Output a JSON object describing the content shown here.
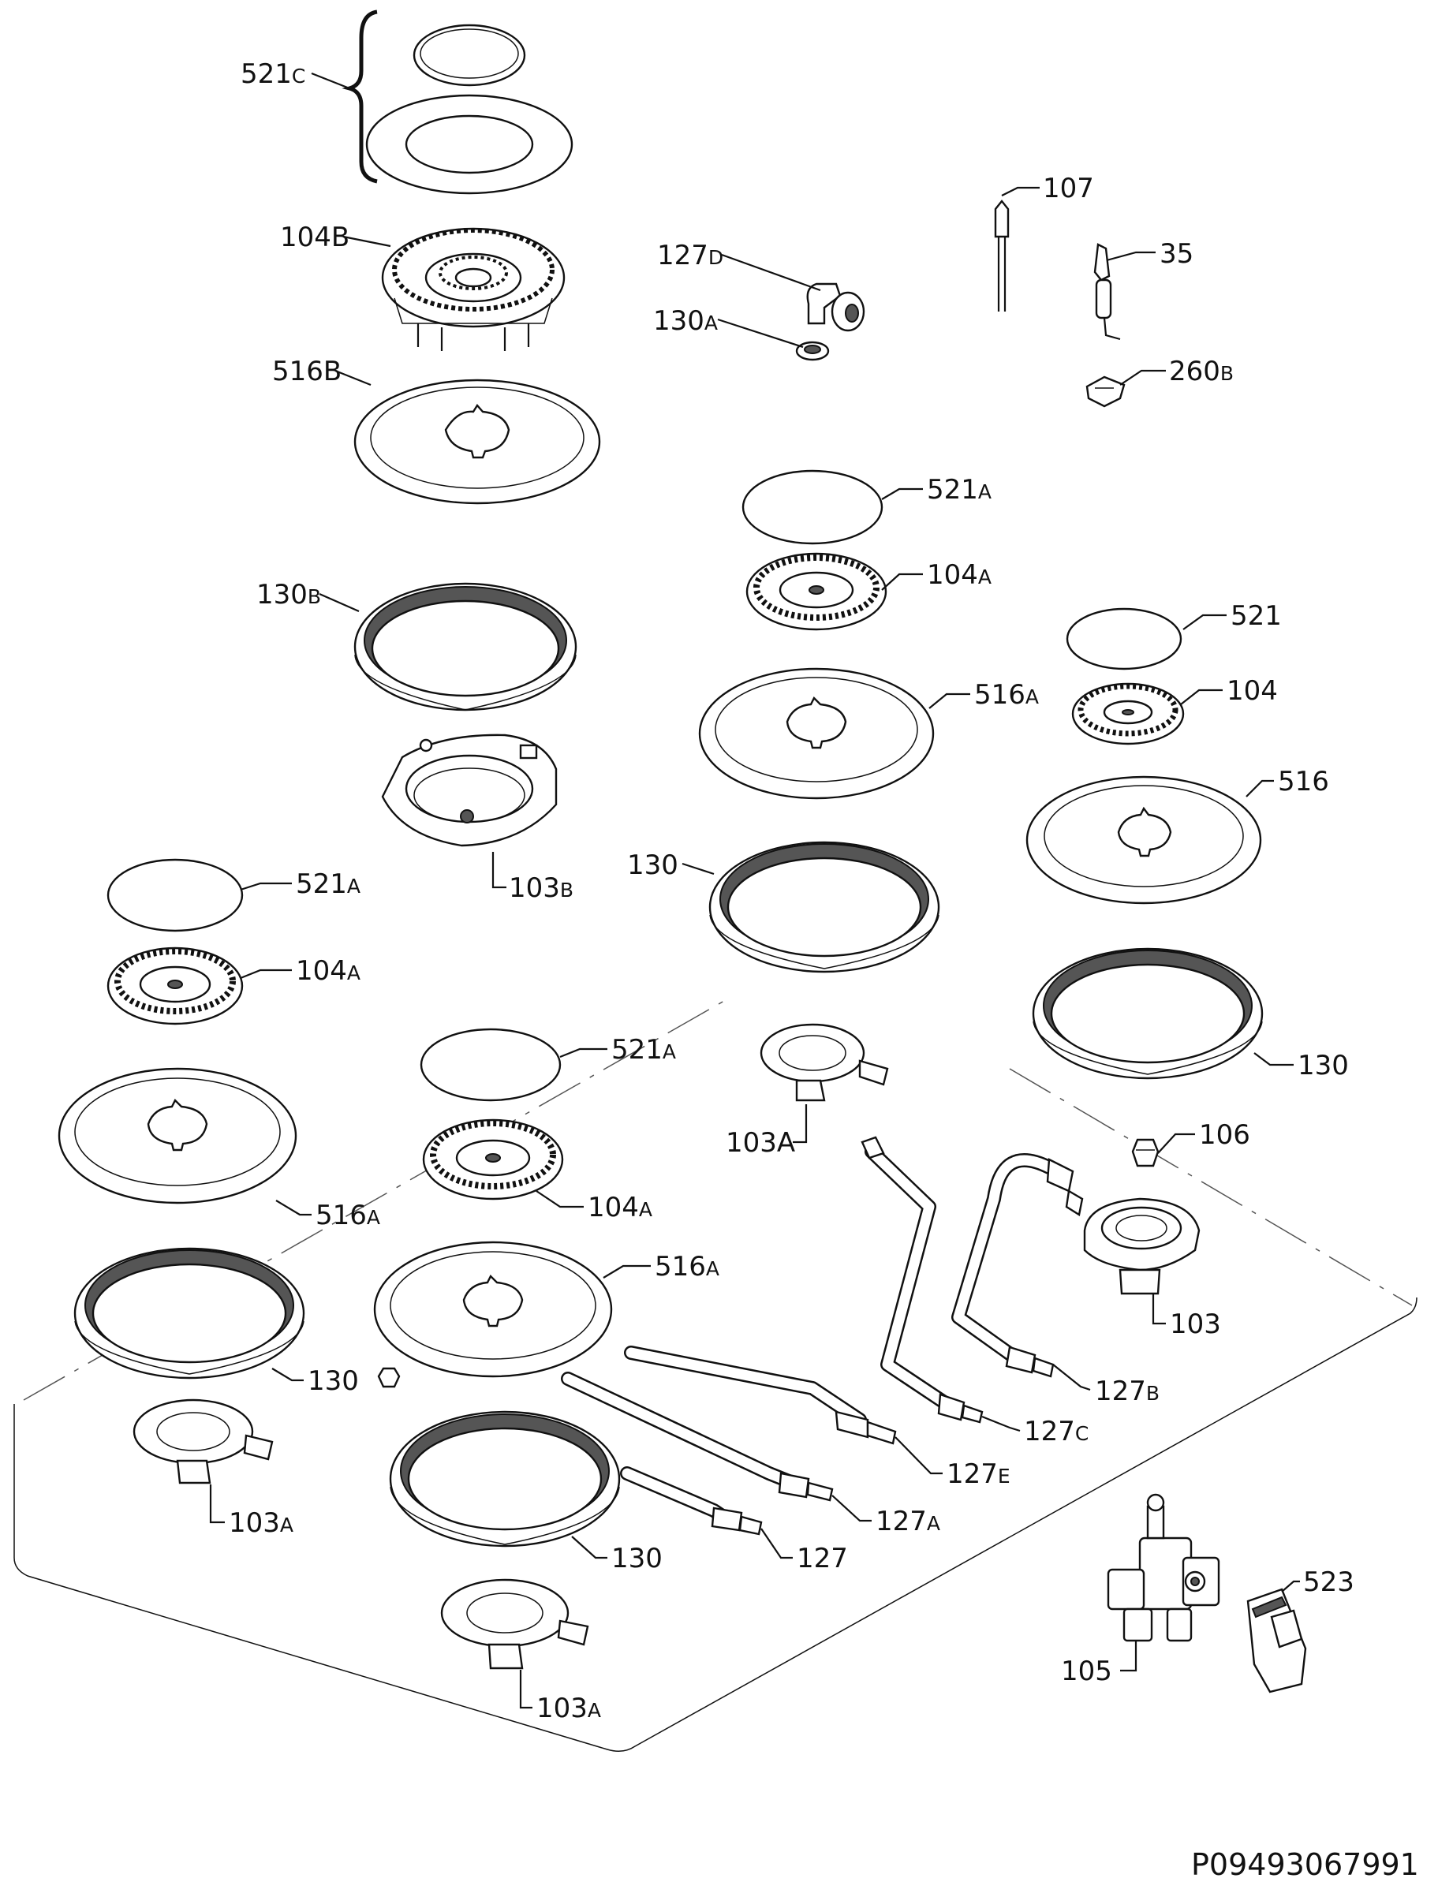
{
  "labels": {
    "l521c": {
      "main": "521",
      "sub": "C"
    },
    "l104b": {
      "main": "104B",
      "sub": ""
    },
    "l516b": {
      "main": "516B",
      "sub": ""
    },
    "l130b": {
      "main": "130",
      "sub": "B"
    },
    "l103b_top": {
      "main": "103",
      "sub": "B"
    },
    "l127d": {
      "main": "127",
      "sub": "D"
    },
    "l130a": {
      "main": "130",
      "sub": "A"
    },
    "l107": {
      "main": "107",
      "sub": ""
    },
    "l35": {
      "main": "35",
      "sub": ""
    },
    "l260b": {
      "main": "260",
      "sub": "B"
    },
    "l521a_mid": {
      "main": "521",
      "sub": "A"
    },
    "l104a_mid": {
      "main": "104",
      "sub": "A"
    },
    "l516a_mid": {
      "main": "516",
      "sub": "A"
    },
    "l130_mid": {
      "main": "130",
      "sub": ""
    },
    "l103a_mid": {
      "main": "103A",
      "sub": ""
    },
    "l521": {
      "main": "521",
      "sub": ""
    },
    "l104": {
      "main": "104",
      "sub": ""
    },
    "l516": {
      "main": "516",
      "sub": ""
    },
    "l130_right": {
      "main": "130",
      "sub": ""
    },
    "l106": {
      "main": "106",
      "sub": ""
    },
    "l103": {
      "main": "103",
      "sub": ""
    },
    "l127b": {
      "main": "127",
      "sub": "B"
    },
    "l127c": {
      "main": "127",
      "sub": "C"
    },
    "l127e": {
      "main": "127",
      "sub": "E"
    },
    "l127a": {
      "main": "127",
      "sub": "A"
    },
    "l127": {
      "main": "127",
      "sub": ""
    },
    "l521a_left": {
      "main": "521",
      "sub": "A"
    },
    "l104a_left": {
      "main": "104",
      "sub": "A"
    },
    "l516a_left": {
      "main": "516",
      "sub": "A"
    },
    "l130_left": {
      "main": "130",
      "sub": ""
    },
    "l103a_left": {
      "main": "103",
      "sub": "A"
    },
    "l521a_c": {
      "main": "521",
      "sub": "A"
    },
    "l104a_c": {
      "main": "104",
      "sub": "A"
    },
    "l516a_c": {
      "main": "516",
      "sub": "A"
    },
    "l130_c": {
      "main": "130",
      "sub": ""
    },
    "l103a_c": {
      "main": "103",
      "sub": "A"
    },
    "l105": {
      "main": "105",
      "sub": ""
    },
    "l523": {
      "main": "523",
      "sub": ""
    }
  },
  "catalog_number": "P09493067991"
}
